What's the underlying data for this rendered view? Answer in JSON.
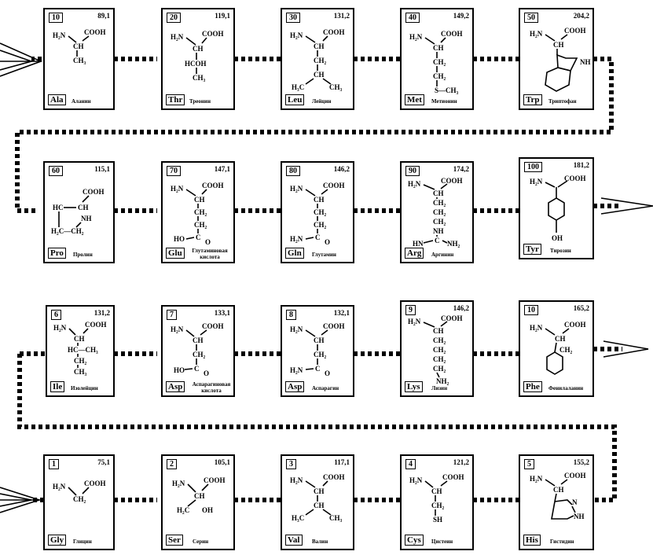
{
  "rows": [
    [
      {
        "num": "10",
        "mw": "89,1",
        "code": "Ala",
        "name": "Аланин"
      },
      {
        "num": "20",
        "mw": "119,1",
        "code": "Thr",
        "name": "Треонин"
      },
      {
        "num": "30",
        "mw": "131,2",
        "code": "Leu",
        "name": "Лейцин"
      },
      {
        "num": "40",
        "mw": "149,2",
        "code": "Met",
        "name": "Метионин"
      },
      {
        "num": "50",
        "mw": "204,2",
        "code": "Trp",
        "name": "Триптофан"
      }
    ],
    [
      {
        "num": "60",
        "mw": "115,1",
        "code": "Pro",
        "name": "Пролин"
      },
      {
        "num": "70",
        "mw": "147,1",
        "code": "Glu",
        "name": "Глутаминовая кислота"
      },
      {
        "num": "80",
        "mw": "146,2",
        "code": "Gln",
        "name": "Глутамин"
      },
      {
        "num": "90",
        "mw": "174,2",
        "code": "Arg",
        "name": "Аргинин"
      },
      {
        "num": "100",
        "mw": "181,2",
        "code": "Tyr",
        "name": "Тирозин"
      }
    ],
    [
      {
        "num": "6",
        "mw": "131,2",
        "code": "Ile",
        "name": "Изолейцин"
      },
      {
        "num": "7",
        "mw": "133,1",
        "code": "Asp",
        "name": "Аспарагиновая кислота"
      },
      {
        "num": "8",
        "mw": "132,1",
        "code": "Asp",
        "name": "Аспарагин"
      },
      {
        "num": "9",
        "mw": "146,2",
        "code": "Lys",
        "name": "Лизин"
      },
      {
        "num": "10",
        "mw": "165,2",
        "code": "Phe",
        "name": "Фенилаланин"
      }
    ],
    [
      {
        "num": "1",
        "mw": "75,1",
        "code": "Gly",
        "name": "Глицин"
      },
      {
        "num": "2",
        "mw": "105,1",
        "code": "Ser",
        "name": "Серин"
      },
      {
        "num": "3",
        "mw": "117,1",
        "code": "Val",
        "name": "Валин"
      },
      {
        "num": "4",
        "mw": "121,2",
        "code": "Cys",
        "name": "Цистеин"
      },
      {
        "num": "5",
        "mw": "155,2",
        "code": "His",
        "name": "Гистидин"
      }
    ]
  ],
  "formula": {
    "h2n": "H₂N",
    "cooh": "COOH",
    "ch": "CH",
    "ch2": "CH₂",
    "ch3": "CH₃",
    "h3c": "H₃C",
    "hcoh": "HCOH",
    "s": "S",
    "sch3": "S—CH₃",
    "nh": "NH",
    "nh2": "NH₂",
    "hn": "HN",
    "c": "C",
    "o": "O",
    "ho": "HO",
    "h2c": "H₂C",
    "oh": "OH",
    "sh": "SH",
    "n": "N",
    "hc": "HC",
    "h2c_ch2": "H₂C—CH₂",
    "hc_ch3": "HC—CH₃"
  }
}
